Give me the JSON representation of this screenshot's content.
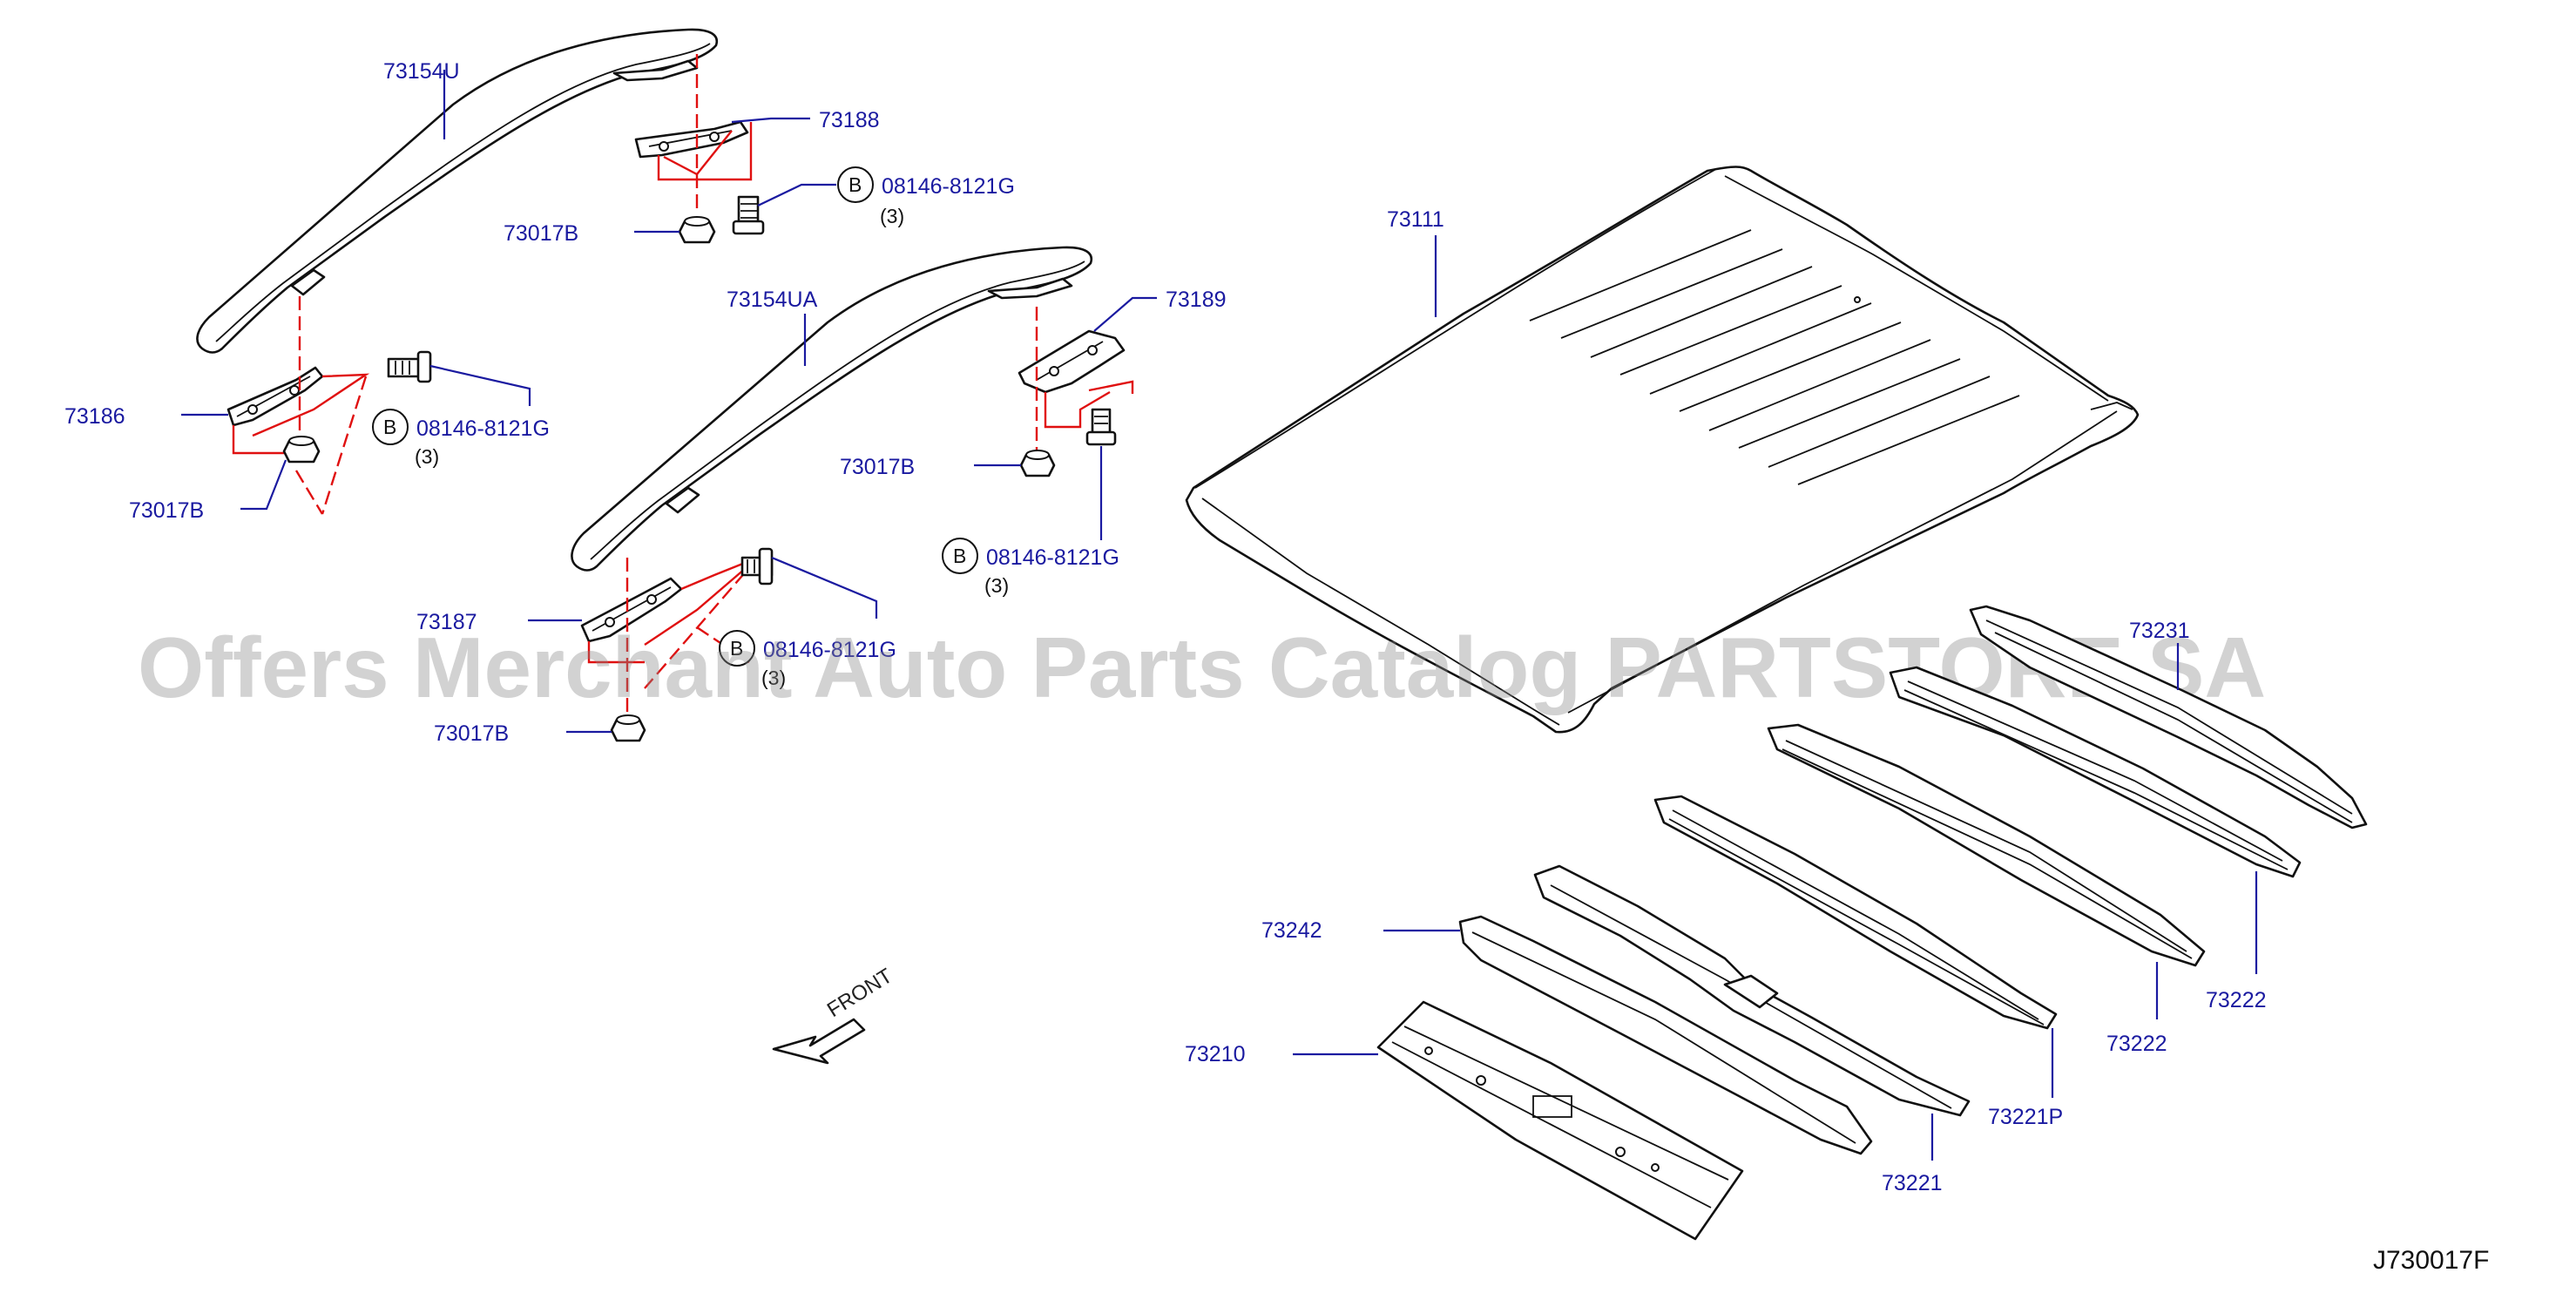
{
  "watermark": "Offers Merchant Auto Parts Catalog PARTSTORE.SA",
  "diagram_code": "J730017F",
  "front_label": "FRONT",
  "labels": {
    "rail_right": "73154U",
    "bracket_73188": "73188",
    "bolt_top_code": "08146-8121G",
    "bolt_top_qty": "(3)",
    "bolt_top_letter": "B",
    "nut_top": "73017B",
    "bracket_73186": "73186",
    "bolt_left_code": "08146-8121G",
    "bolt_left_qty": "(3)",
    "bolt_left_letter": "B",
    "nut_left": "73017B",
    "rail_left": "73154UA",
    "bracket_73189": "73189",
    "nut_right": "73017B",
    "bolt_right_code": "08146-8121G",
    "bolt_right_qty": "(3)",
    "bolt_right_letter": "B",
    "bracket_73187": "73187",
    "bolt_mid_code": "08146-8121G",
    "bolt_mid_qty": "(3)",
    "bolt_mid_letter": "B",
    "nut_mid": "73017B",
    "roof_panel": "73111",
    "bow_73231": "73231",
    "bow_73222_a": "73222",
    "bow_73222_b": "73222",
    "bow_73221p": "73221P",
    "bow_73221": "73221",
    "rail_73242": "73242",
    "rail_73210": "73210"
  }
}
